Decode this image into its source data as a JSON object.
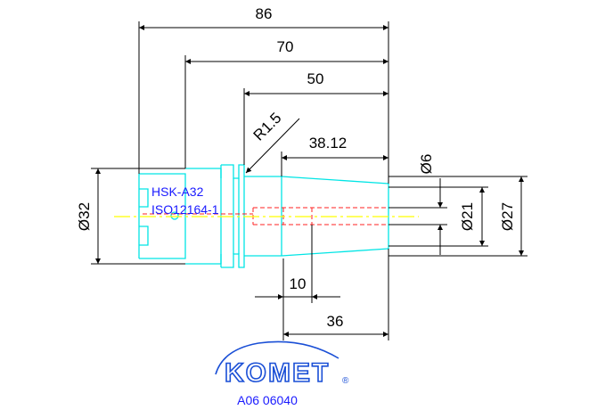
{
  "drawing": {
    "dimensions": {
      "overall_length": "86",
      "length_70": "70",
      "length_50": "50",
      "radius": "R1.5",
      "length_38": "38.12",
      "dia_6": "Ø6",
      "dia_21": "Ø21",
      "dia_27": "Ø27",
      "dia_32": "Ø32",
      "length_10": "10",
      "length_36": "36"
    },
    "labels": {
      "interface": "HSK-A32",
      "standard": "ISO12164-1"
    },
    "brand": {
      "name": "KOMET",
      "registered": "®"
    },
    "part_number": "A06 06040",
    "colors": {
      "outline": "#00e5e5",
      "hidden": "#ff2020",
      "centerline": "#ffff00",
      "dimension": "#000000",
      "text_blue": "#1a1aff",
      "brand_blue": "#1a4fd6"
    }
  }
}
